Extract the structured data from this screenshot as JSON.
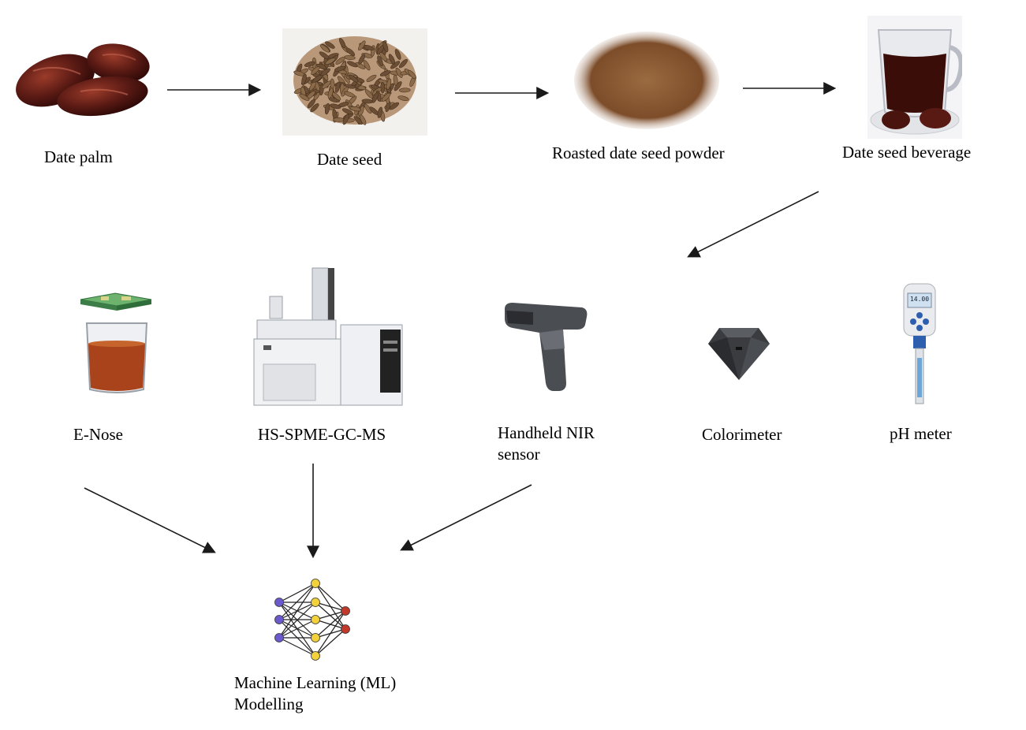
{
  "process": {
    "date_palm": "Date palm",
    "date_seed": "Date seed",
    "roasted_powder": "Roasted date seed powder",
    "beverage": "Date seed beverage"
  },
  "instruments": {
    "enose": "E-Nose",
    "gcms": "HS-SPME-GC-MS",
    "nir_line1": "Handheld NIR",
    "nir_line2": "sensor",
    "colorimeter": "Colorimeter",
    "ph_meter": "pH meter",
    "ph_display": "14.00"
  },
  "output": {
    "ml_line1": "Machine Learning (ML)",
    "ml_line2": "Modelling"
  },
  "colors": {
    "date_fruit": "#5a1a14",
    "seed": "#8a6a48",
    "powder": "#8b5a33",
    "beverage": "#3a0d08",
    "arrow": "#1a1a1a",
    "nn_input": "#6a5acd",
    "nn_hidden": "#f2d13a",
    "nn_output": "#c0392b"
  }
}
